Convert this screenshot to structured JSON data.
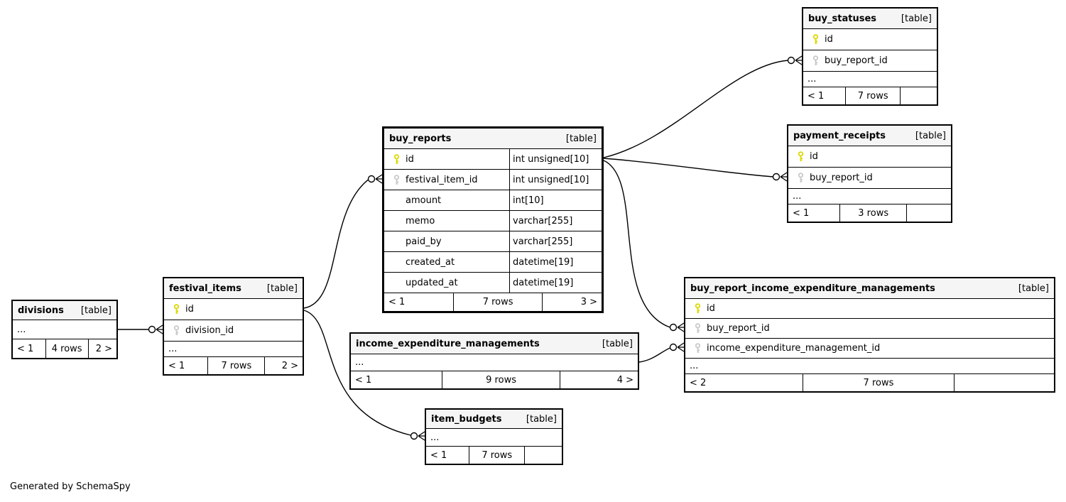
{
  "app": {
    "generator_note": "Generated by SchemaSpy"
  },
  "colors": {
    "header_bg": "#f5f5f5",
    "table_bg": "#ffffff",
    "border": "#000000",
    "text": "#000000",
    "pk_key": "#dcd800",
    "fk_key": "#c9c9c9"
  },
  "icons": {
    "primary_key": "primary-key-icon",
    "foreign_key": "foreign-key-icon"
  },
  "tables": {
    "divisions": {
      "name": "divisions",
      "tag": "[table]",
      "columns": [
        {
          "name": "...",
          "key": "none"
        }
      ],
      "footer": [
        "< 1",
        "4 rows",
        "2 >"
      ]
    },
    "festival_items": {
      "name": "festival_items",
      "tag": "[table]",
      "columns": [
        {
          "name": "id",
          "key": "primary"
        },
        {
          "name": "division_id",
          "key": "foreign"
        },
        {
          "name": "...",
          "key": "none"
        }
      ],
      "footer": [
        "< 1",
        "7 rows",
        "2 >"
      ]
    },
    "buy_reports": {
      "name": "buy_reports",
      "tag": "[table]",
      "columns": [
        {
          "name": "id",
          "type": "int unsigned[10]",
          "key": "primary"
        },
        {
          "name": "festival_item_id",
          "type": "int unsigned[10]",
          "key": "foreign"
        },
        {
          "name": "amount",
          "type": "int[10]",
          "key": "none"
        },
        {
          "name": "memo",
          "type": "varchar[255]",
          "key": "none"
        },
        {
          "name": "paid_by",
          "type": "varchar[255]",
          "key": "none"
        },
        {
          "name": "created_at",
          "type": "datetime[19]",
          "key": "none"
        },
        {
          "name": "updated_at",
          "type": "datetime[19]",
          "key": "none"
        }
      ],
      "footer": [
        "< 1",
        "7 rows",
        "3 >"
      ]
    },
    "buy_statuses": {
      "name": "buy_statuses",
      "tag": "[table]",
      "columns": [
        {
          "name": "id",
          "key": "primary"
        },
        {
          "name": "buy_report_id",
          "key": "foreign"
        },
        {
          "name": "...",
          "key": "none"
        }
      ],
      "footer": [
        "< 1",
        "7 rows",
        ""
      ]
    },
    "payment_receipts": {
      "name": "payment_receipts",
      "tag": "[table]",
      "columns": [
        {
          "name": "id",
          "key": "primary"
        },
        {
          "name": "buy_report_id",
          "key": "foreign"
        },
        {
          "name": "...",
          "key": "none"
        }
      ],
      "footer": [
        "< 1",
        "3 rows",
        ""
      ]
    },
    "buy_report_income_expenditure_managements": {
      "name": "buy_report_income_expenditure_managements",
      "tag": "[table]",
      "columns": [
        {
          "name": "id",
          "key": "primary"
        },
        {
          "name": "buy_report_id",
          "key": "foreign"
        },
        {
          "name": "income_expenditure_management_id",
          "key": "foreign"
        },
        {
          "name": "...",
          "key": "none"
        }
      ],
      "footer": [
        "< 2",
        "7 rows",
        ""
      ]
    },
    "income_expenditure_managements": {
      "name": "income_expenditure_managements",
      "tag": "[table]",
      "columns": [
        {
          "name": "...",
          "key": "none"
        }
      ],
      "footer": [
        "< 1",
        "9 rows",
        "4 >"
      ]
    },
    "item_budgets": {
      "name": "item_budgets",
      "tag": "[table]",
      "columns": [
        {
          "name": "...",
          "key": "none"
        }
      ],
      "footer": [
        "< 1",
        "7 rows",
        ""
      ]
    }
  },
  "relationships": [
    {
      "from": "divisions",
      "to": "festival_items.division_id"
    },
    {
      "from": "festival_items.id",
      "to": "buy_reports.festival_item_id"
    },
    {
      "from": "festival_items.id",
      "to": "item_budgets"
    },
    {
      "from": "buy_reports.id",
      "to": "buy_statuses.buy_report_id"
    },
    {
      "from": "buy_reports.id",
      "to": "payment_receipts.buy_report_id"
    },
    {
      "from": "buy_reports.id",
      "to": "buy_report_income_expenditure_managements.buy_report_id"
    },
    {
      "from": "income_expenditure_managements",
      "to": "buy_report_income_expenditure_managements.income_expenditure_management_id"
    }
  ]
}
